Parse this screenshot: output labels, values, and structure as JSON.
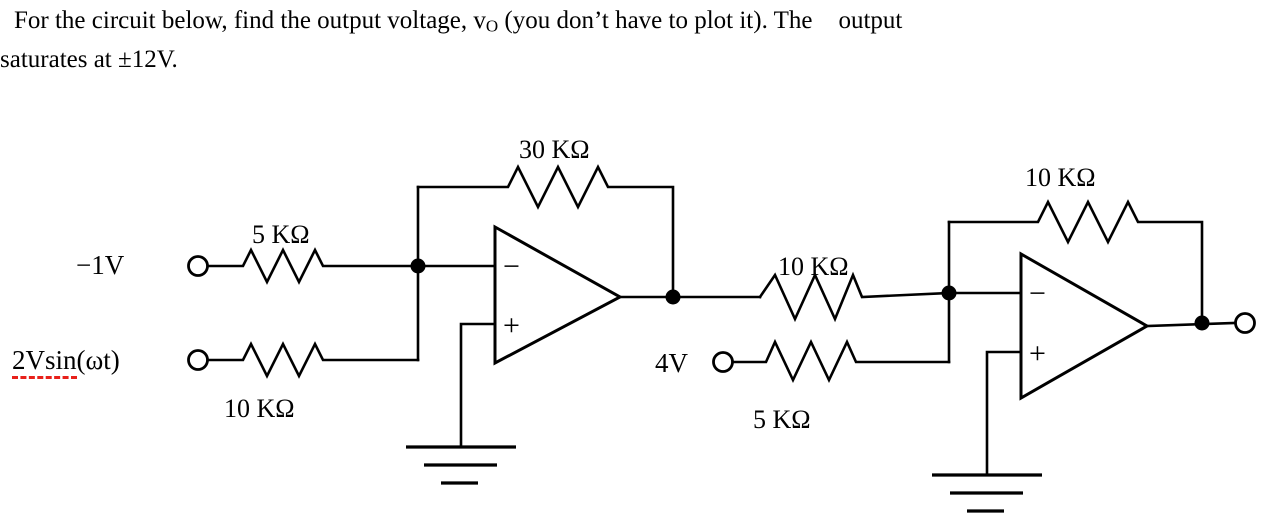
{
  "prompt": {
    "line1_a": "For the circuit below, find the output voltage, v",
    "line1_sub": "O",
    "line1_b": " (you don’t have to plot it). The",
    "line1_c": "output",
    "line2": "saturates at ±12V."
  },
  "sources": [
    {
      "id": "v1",
      "label": "−1V",
      "misspelled": "",
      "rest": ""
    },
    {
      "id": "v2",
      "label": "",
      "misspelled": "2Vsin",
      "rest": "(ωt)"
    },
    {
      "id": "v3",
      "label": "4V",
      "misspelled": "",
      "rest": ""
    }
  ],
  "resistors": [
    {
      "id": "r-input-top-left",
      "value": "5 KΩ"
    },
    {
      "id": "r-input-bottom-left",
      "value": "10 KΩ"
    },
    {
      "id": "r-feedback-stage1",
      "value": "30 KΩ"
    },
    {
      "id": "r-interstage",
      "value": "10 KΩ"
    },
    {
      "id": "r-input-4v",
      "value": "5 KΩ"
    },
    {
      "id": "r-feedback-stage2",
      "value": "10 KΩ"
    }
  ],
  "opamps": [
    {
      "id": "opamp-1",
      "inverting_sign": "−",
      "noninverting_sign": "+"
    },
    {
      "id": "opamp-2",
      "inverting_sign": "−",
      "noninverting_sign": "+"
    }
  ],
  "colors": {
    "ink": "#000000",
    "paper": "#ffffff",
    "spellcheck_underline": "#e8201a"
  }
}
